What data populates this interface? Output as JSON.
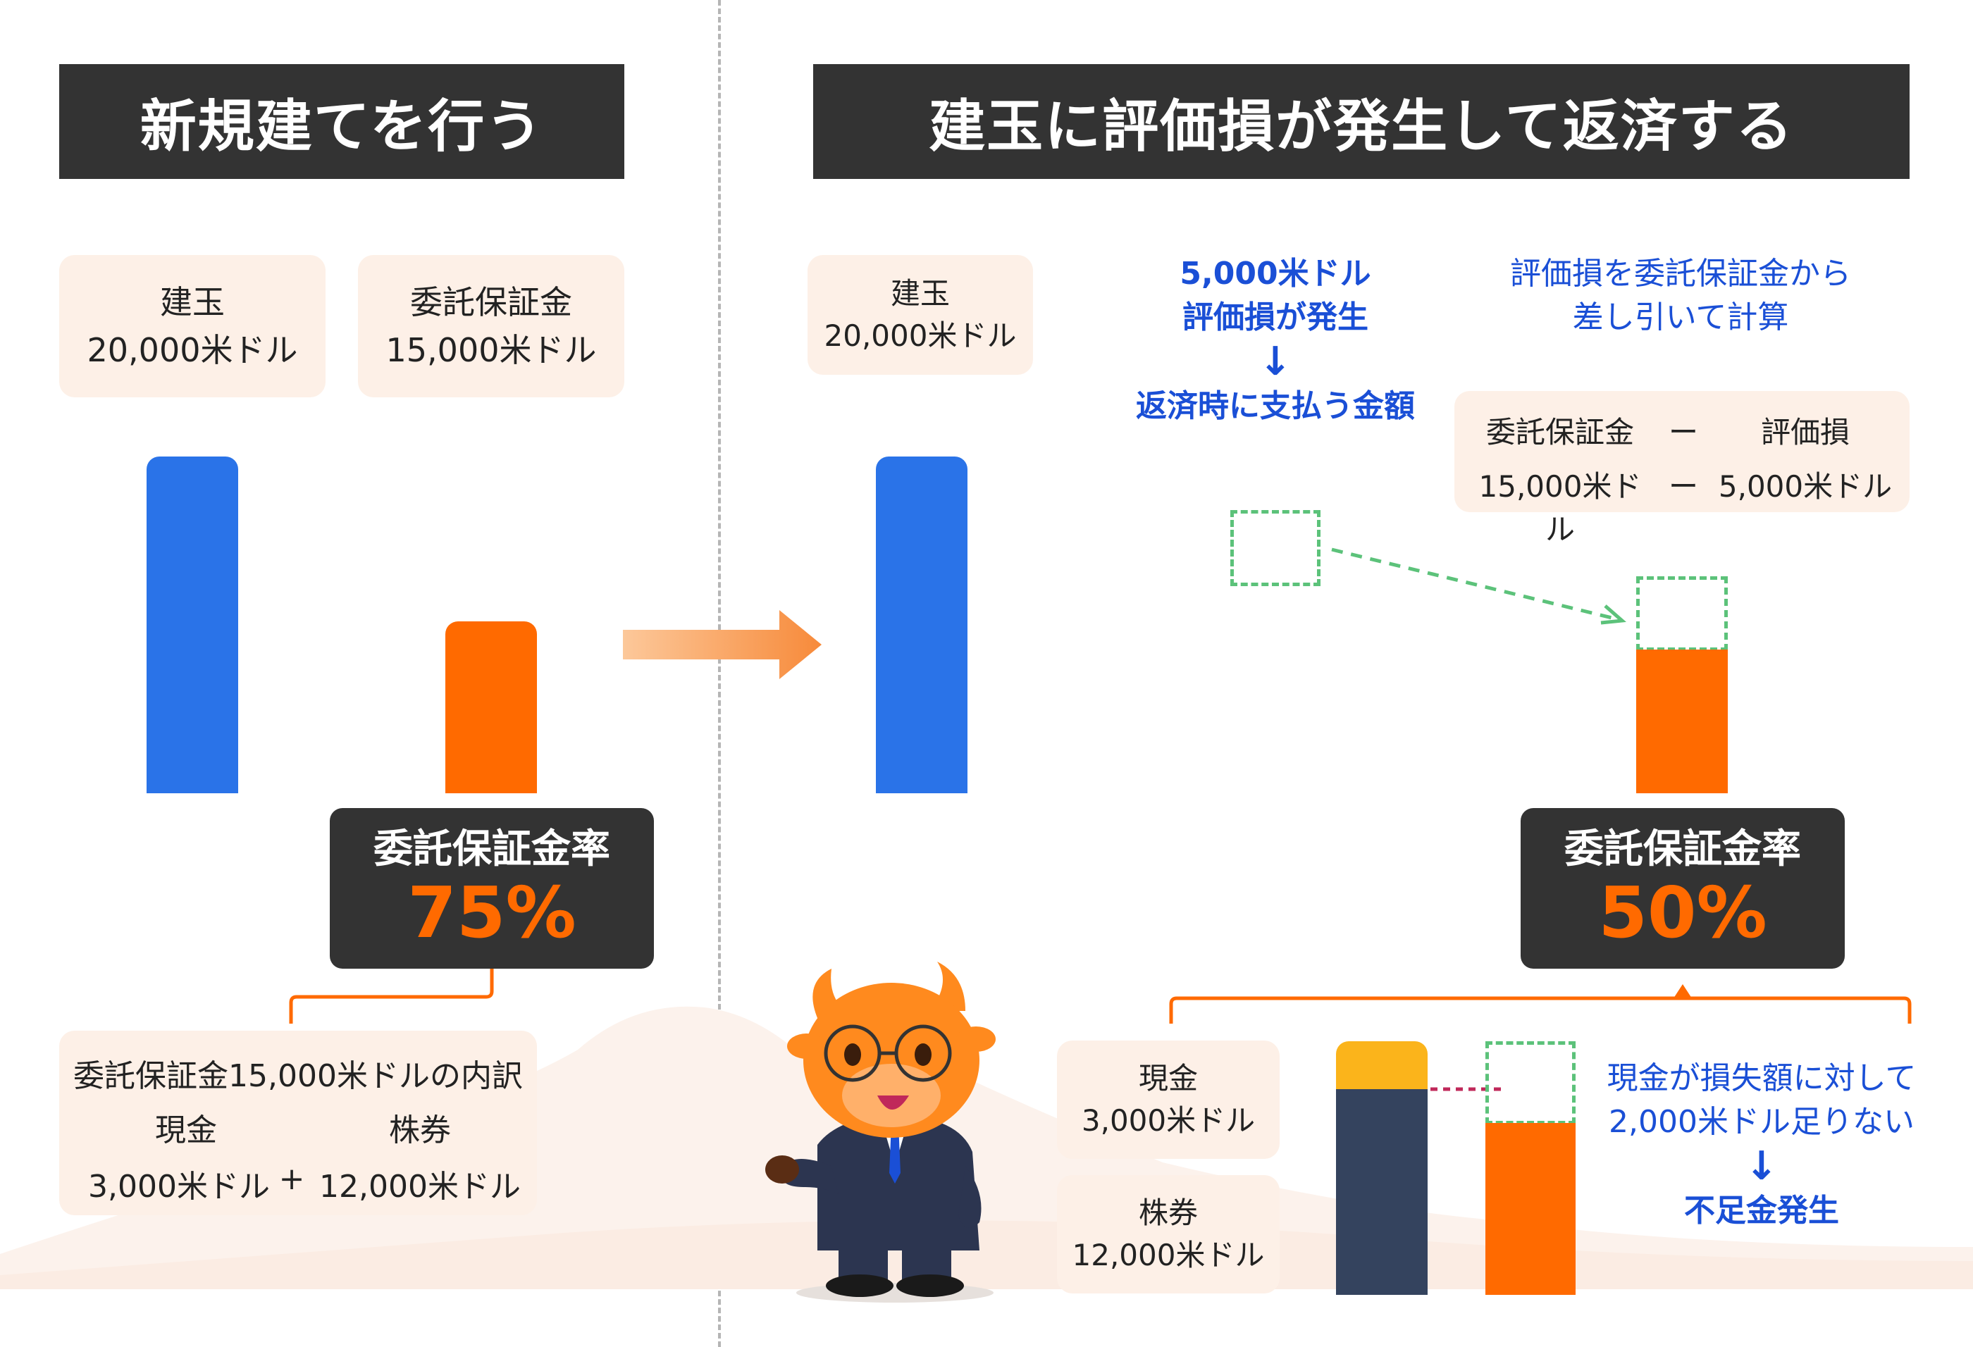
{
  "left": {
    "header": "新規建てを行う",
    "position_card": {
      "title": "建玉",
      "amount": "20,000米ドル"
    },
    "margin_card": {
      "title": "委託保証金",
      "amount": "15,000米ドル"
    },
    "rate": {
      "title": "委託保証金率",
      "value": "75%"
    },
    "breakdown": {
      "title": "委託保証金15,000米ドルの内訳",
      "cash_label": "現金",
      "stock_label": "株券",
      "cash_amount": "3,000米ドル",
      "plus": "+",
      "stock_amount": "12,000米ドル"
    }
  },
  "right": {
    "header": "建玉に評価損が発生して返済する",
    "position_card": {
      "title": "建玉",
      "amount": "20,000米ドル"
    },
    "loss_note": {
      "line1": "5,000米ドル",
      "line2": "評価損が発生",
      "arrow": "↓",
      "line3": "返済時に支払う金額"
    },
    "calc_note": {
      "line1": "評価損を委託保証金から",
      "line2": "差し引いて計算"
    },
    "calc_box": {
      "h1": "委託保証金",
      "minus1": "ー",
      "h2": "評価損",
      "v1": "15,000米ドル",
      "minus2": "ー",
      "v2": "5,000米ドル"
    },
    "rate": {
      "title": "委託保証金率",
      "value": "50%"
    },
    "cash_card": {
      "title": "現金",
      "amount": "3,000米ドル"
    },
    "stock_card": {
      "title": "株券",
      "amount": "12,000米ドル"
    },
    "shortfall_note": {
      "line1": "現金が損失額に対して",
      "line2": "2,000米ドル足りない",
      "arrow": "↓",
      "line3": "不足金発生"
    }
  },
  "colors": {
    "header_bg": "#333333",
    "position_bar": "#2a73e8",
    "margin_bar": "#ff6a00",
    "cash_bar": "#fbb41b",
    "stock_bar": "#34435e",
    "card_bg": "#fdf0e7",
    "accent_text": "#1a4fd6",
    "dashed": "#5cc27a"
  },
  "chart_data": {
    "type": "bar",
    "categories": [
      "建玉",
      "委託保証金"
    ],
    "series": [
      {
        "name": "新規建てを行う",
        "values": [
          20000,
          15000
        ]
      },
      {
        "name": "建玉に評価損が発生して返済する",
        "values": [
          20000,
          10000
        ]
      }
    ],
    "unit": "米ドル"
  }
}
